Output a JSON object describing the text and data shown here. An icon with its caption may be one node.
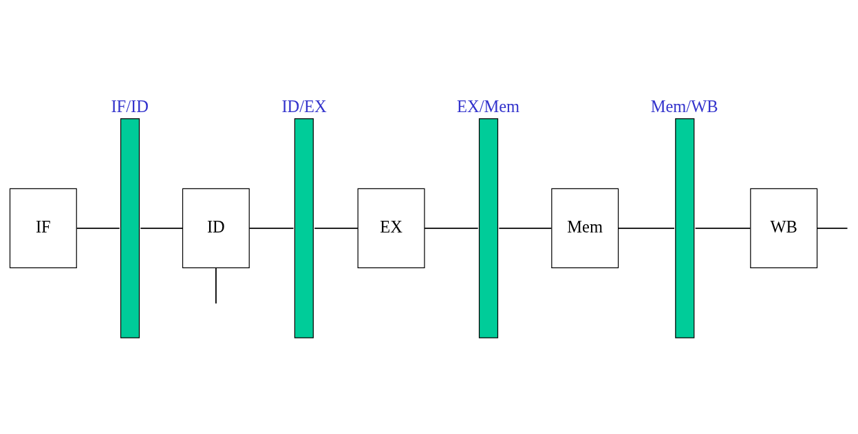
{
  "diagram": {
    "nodes": [
      {
        "text": [
          "IF"
        ]
      },
      {
        "text": [
          "IF/ID"
        ]
      },
      {
        "text": [
          "ID"
        ]
      },
      {
        "text": [
          "ID/EX"
        ]
      },
      {
        "text": [
          "EX"
        ]
      },
      {
        "text": [
          "EX/Mem"
        ]
      },
      {
        "text": [
          "Mem"
        ]
      },
      {
        "text": [
          "Mem/WB"
        ]
      },
      {
        "text": [
          "WB"
        ]
      }
    ],
    "edges": [
      {
        "from": 0,
        "to": 1,
        "arrow": "none"
      },
      {
        "from": 1,
        "to": 2,
        "arrow": "none"
      },
      {
        "from": 2,
        "to": 3,
        "arrow": "none"
      },
      {
        "from": 3,
        "to": 4,
        "arrow": "none"
      },
      {
        "from": 4,
        "to": 5,
        "arrow": "none"
      },
      {
        "from": 5,
        "to": 6,
        "arrow": "none"
      },
      {
        "from": 6,
        "to": 7,
        "arrow": "none"
      },
      {
        "from": 7,
        "to": 8,
        "arrow": "none"
      },
      {
        "from": 8,
        "to": null,
        "arrow": "none"
      },
      {
        "from": 2,
        "to": null,
        "arrow": "none"
      }
    ]
  }
}
